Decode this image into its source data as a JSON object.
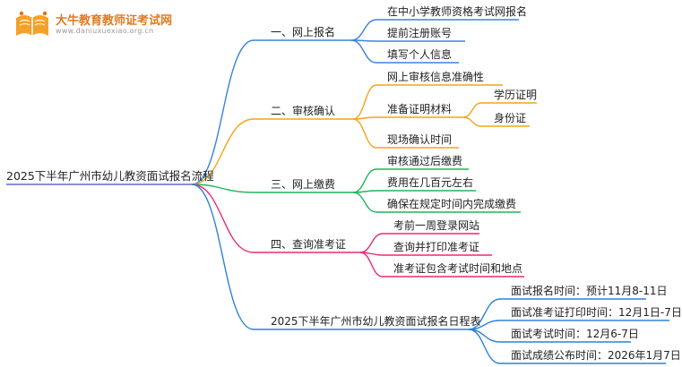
{
  "logo": {
    "title": "大牛教育教师证考试网",
    "url": "www.daniuxuexiao.org.cn"
  },
  "root": "2025下半年广州市幼儿教资面试报名流程",
  "branches": [
    {
      "label": "一、网上报名",
      "color": "#3b82e0",
      "children": [
        {
          "label": "在中小学教师资格考试网报名"
        },
        {
          "label": "提前注册账号"
        },
        {
          "label": "填写个人信息"
        }
      ]
    },
    {
      "label": "二、审核确认",
      "color": "#f2a516",
      "children": [
        {
          "label": "网上审核信息准确性"
        },
        {
          "label": "准备证明材料",
          "children": [
            {
              "label": "学历证明"
            },
            {
              "label": "身份证"
            }
          ]
        },
        {
          "label": "现场确认时间"
        }
      ]
    },
    {
      "label": "三、网上缴费",
      "color": "#1fb55a",
      "children": [
        {
          "label": "审核通过后缴费"
        },
        {
          "label": "费用在几百元左右"
        },
        {
          "label": "确保在规定时间内完成缴费"
        }
      ]
    },
    {
      "label": "四、查询准考证",
      "color": "#ea2a77",
      "children": [
        {
          "label": "考前一周登录网站"
        },
        {
          "label": "查询并打印准考证"
        },
        {
          "label": "准考证包含考试时间和地点"
        }
      ]
    },
    {
      "label": "2025下半年广州市幼儿教资面试报名日程表",
      "color": "#2f80d8",
      "children": [
        {
          "label": "面试报名时间：预计11月8-11日"
        },
        {
          "label": "面试准考证打印时间：12月1日-7日"
        },
        {
          "label": "面试考试时间：12月6-7日"
        },
        {
          "label": "面试成绩公布时间：2026年1月7日"
        }
      ]
    }
  ]
}
